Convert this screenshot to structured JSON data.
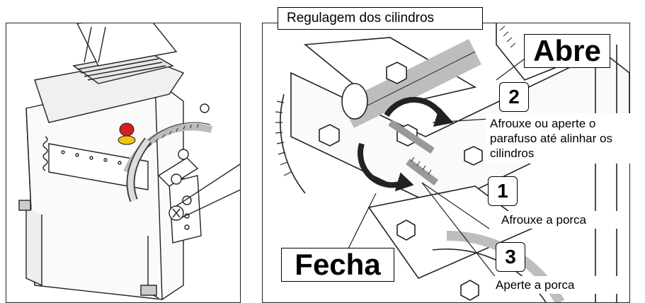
{
  "title": "Regulagem dos cilindros",
  "open_label": "Abre",
  "close_label": "Fecha",
  "steps": [
    {
      "number": "2",
      "text": "Afrouxe ou aperte o parafuso até alinhar os cilindros"
    },
    {
      "number": "1",
      "text": "Afrouxe a porca"
    },
    {
      "number": "3",
      "text": "Aperte a porca"
    }
  ],
  "colors": {
    "line": "#222222",
    "accent": "#d42020",
    "yellow": "#f1c40f",
    "shade": "#bdbdbd"
  }
}
